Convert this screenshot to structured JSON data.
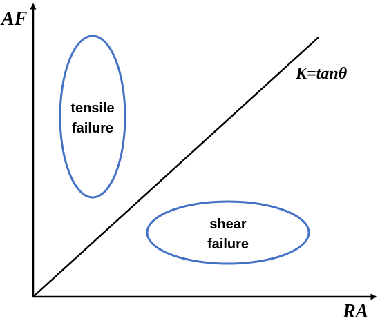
{
  "axes": {
    "y_label": "AF",
    "x_label": "RA"
  },
  "boundary_line": {
    "label": "K=tanθ"
  },
  "regions": {
    "tensile": {
      "line1": "tensile",
      "line2": "failure"
    },
    "shear": {
      "line1": "shear",
      "line2": "failure"
    }
  },
  "colors": {
    "axis": "#000000",
    "ellipse_stroke": "#4472C4"
  }
}
